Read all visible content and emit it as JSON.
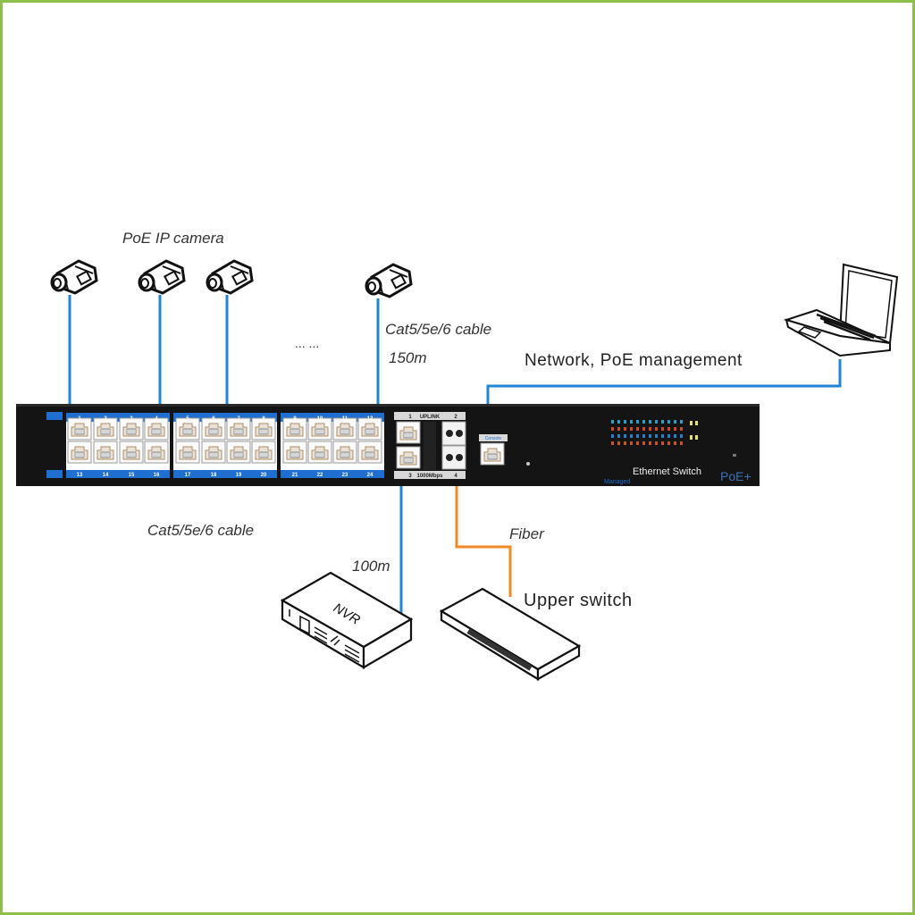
{
  "diagram": {
    "title": "PoE switch network topology",
    "colors": {
      "frame": "#8cc04b",
      "ethernet_cable": "#1f87d6",
      "fiber_cable": "#f08a24",
      "switch_body": "#141414",
      "port_label_strip": "#1f6fd0"
    },
    "labels": {
      "cameras": "PoE IP camera",
      "ellipsis": "... ...",
      "camera_cable": "Cat5/5e/6 cable",
      "camera_cable_length": "150m",
      "management": "Network, PoE management",
      "nvr_cable": "Cat5/5e/6 cable",
      "nvr_cable_length": "100m",
      "fiber": "Fiber",
      "upper_switch": "Upper switch",
      "nvr_device": "NVR",
      "switch_name": "Ethernet Switch",
      "switch_badge": "PoE+",
      "switch_sub": "Managed",
      "uplink_header": "UPLINK",
      "uplink_footer": "1000Mbps",
      "console_label": "Console"
    },
    "port_groups": [
      {
        "top": [
          "1",
          "2",
          "3",
          "4"
        ],
        "bottom": [
          "13",
          "14",
          "15",
          "16"
        ]
      },
      {
        "top": [
          "5",
          "6",
          "7",
          "8"
        ],
        "bottom": [
          "17",
          "18",
          "19",
          "20"
        ]
      },
      {
        "top": [
          "9",
          "10",
          "11",
          "12"
        ],
        "bottom": [
          "21",
          "22",
          "23",
          "24"
        ]
      }
    ],
    "uplink_ports": {
      "left_top": "1",
      "left_bottom": "3",
      "right_top": "2",
      "right_bottom": "4"
    },
    "nodes": [
      {
        "id": "camera-1",
        "type": "PoE IP camera"
      },
      {
        "id": "camera-2",
        "type": "PoE IP camera"
      },
      {
        "id": "camera-3",
        "type": "PoE IP camera"
      },
      {
        "id": "camera-4",
        "type": "PoE IP camera"
      },
      {
        "id": "poe-switch",
        "type": "Ethernet Switch"
      },
      {
        "id": "laptop",
        "type": "Management PC"
      },
      {
        "id": "nvr",
        "type": "NVR"
      },
      {
        "id": "upper-switch",
        "type": "Upper switch"
      }
    ],
    "links": [
      {
        "from": "camera-1",
        "to": "poe-switch",
        "medium": "Cat5/5e/6 cable"
      },
      {
        "from": "camera-2",
        "to": "poe-switch",
        "medium": "Cat5/5e/6 cable"
      },
      {
        "from": "camera-3",
        "to": "poe-switch",
        "medium": "Cat5/5e/6 cable"
      },
      {
        "from": "camera-4",
        "to": "poe-switch",
        "medium": "Cat5/5e/6 cable",
        "length": "150m"
      },
      {
        "from": "poe-switch",
        "to": "laptop",
        "medium": "Network, PoE management"
      },
      {
        "from": "poe-switch",
        "to": "nvr",
        "medium": "Cat5/5e/6 cable",
        "length": "100m"
      },
      {
        "from": "poe-switch",
        "to": "upper-switch",
        "medium": "Fiber"
      }
    ]
  }
}
